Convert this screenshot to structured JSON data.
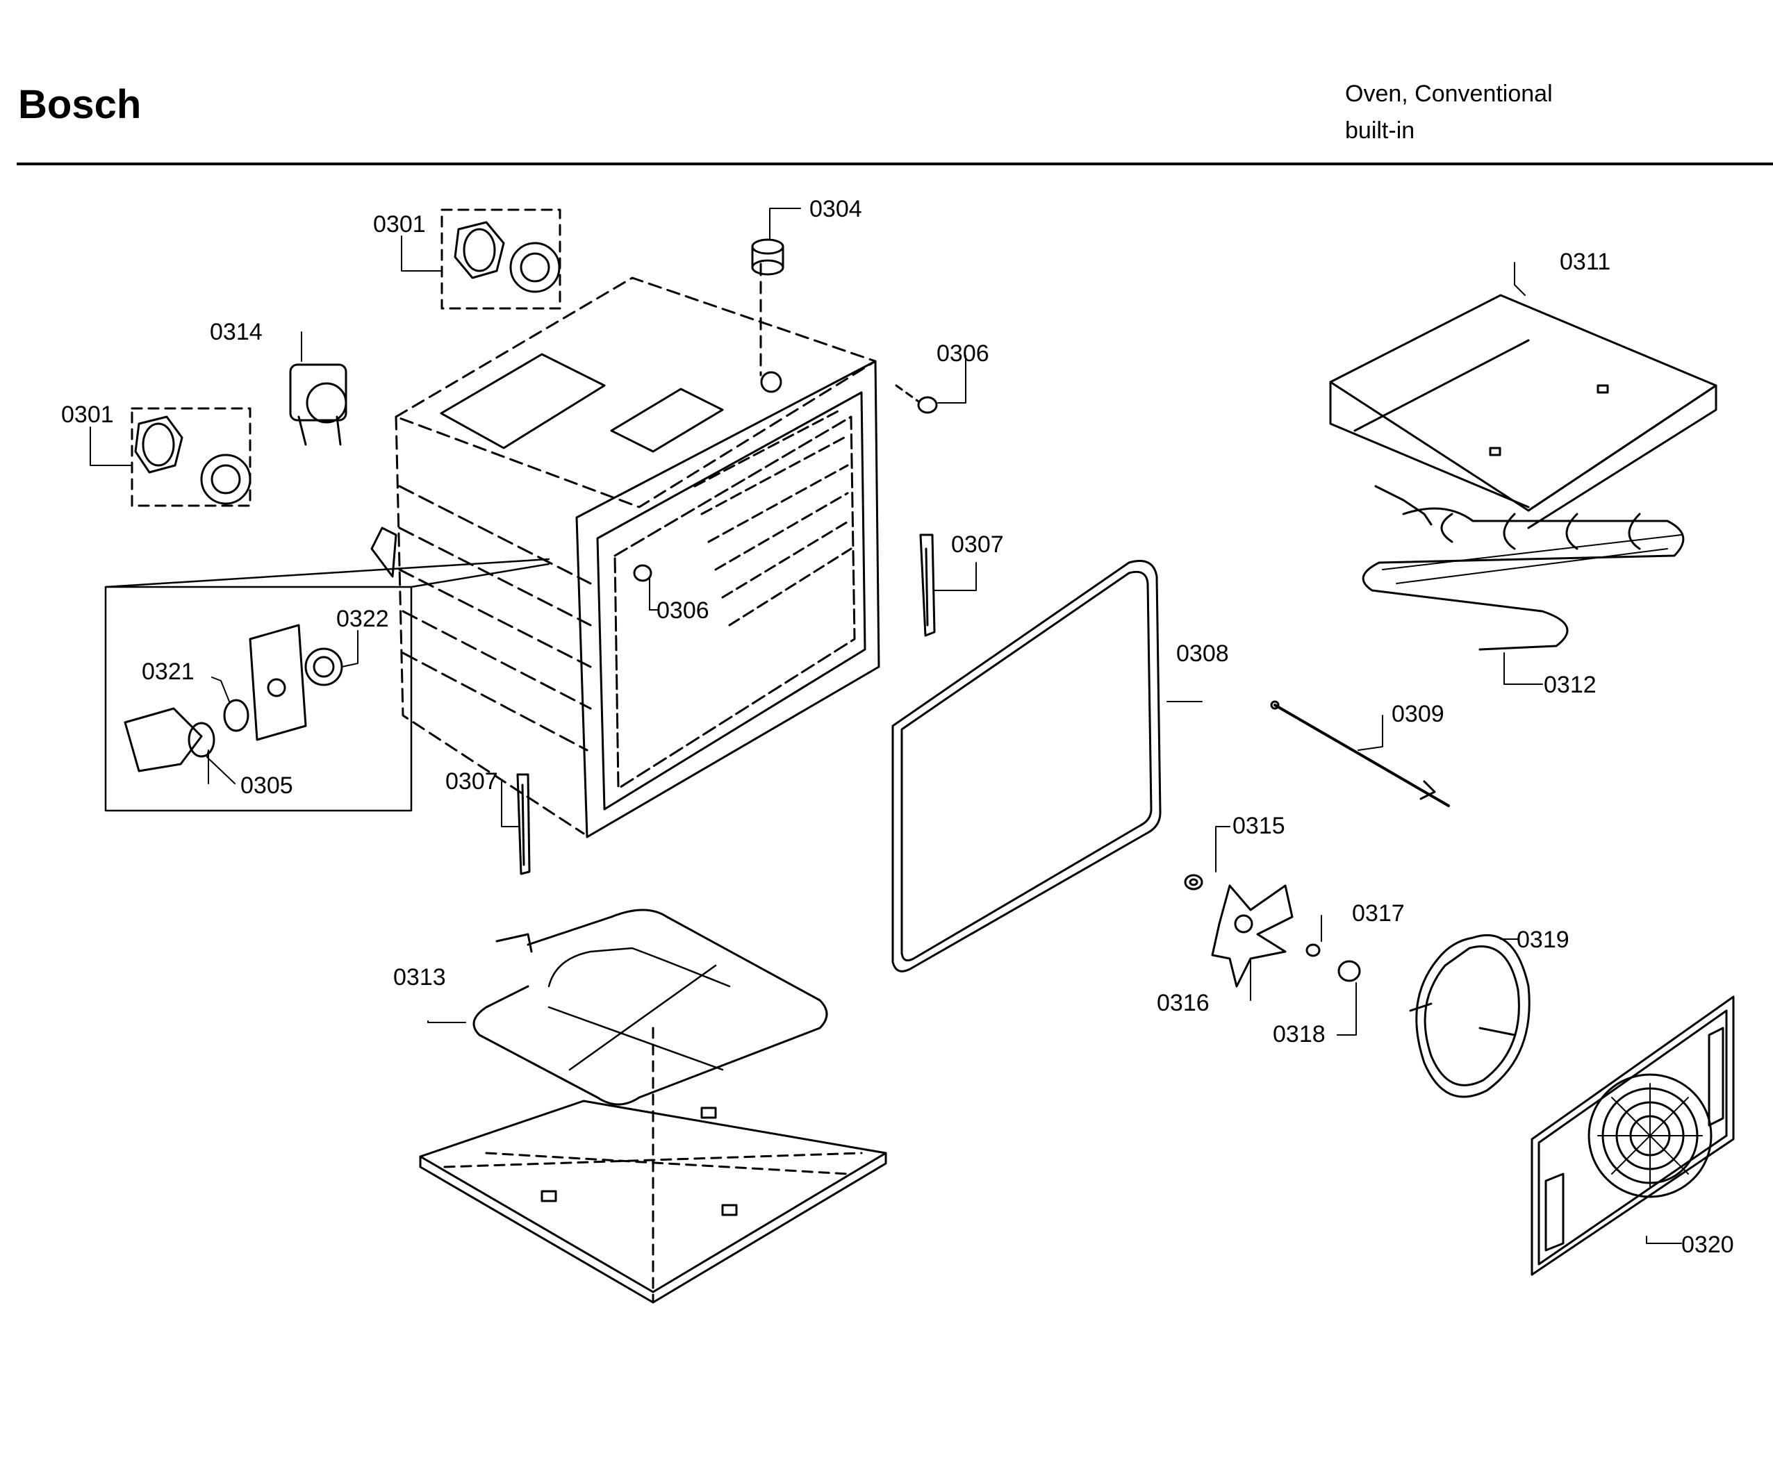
{
  "header": {
    "brand": "Bosch",
    "product_line1": "Oven, Conventional",
    "product_line2": "built-in"
  },
  "part_labels": [
    {
      "id": "lbl-0301a",
      "text": "0301"
    },
    {
      "id": "lbl-0301b",
      "text": "0301"
    },
    {
      "id": "lbl-0304",
      "text": "0304"
    },
    {
      "id": "lbl-0306a",
      "text": "0306"
    },
    {
      "id": "lbl-0306b",
      "text": "0306"
    },
    {
      "id": "lbl-0307a",
      "text": "0307"
    },
    {
      "id": "lbl-0307b",
      "text": "0307"
    },
    {
      "id": "lbl-0308",
      "text": "0308"
    },
    {
      "id": "lbl-0309",
      "text": "0309"
    },
    {
      "id": "lbl-0311",
      "text": "0311"
    },
    {
      "id": "lbl-0312",
      "text": "0312"
    },
    {
      "id": "lbl-0313",
      "text": "0313"
    },
    {
      "id": "lbl-0314",
      "text": "0314"
    },
    {
      "id": "lbl-0305",
      "text": "0305"
    },
    {
      "id": "lbl-0315",
      "text": "0315"
    },
    {
      "id": "lbl-0316",
      "text": "0316"
    },
    {
      "id": "lbl-0317",
      "text": "0317"
    },
    {
      "id": "lbl-0318",
      "text": "0318"
    },
    {
      "id": "lbl-0319",
      "text": "0319"
    },
    {
      "id": "lbl-0320",
      "text": "0320"
    },
    {
      "id": "lbl-0321",
      "text": "0321"
    },
    {
      "id": "lbl-0322",
      "text": "0322"
    }
  ]
}
